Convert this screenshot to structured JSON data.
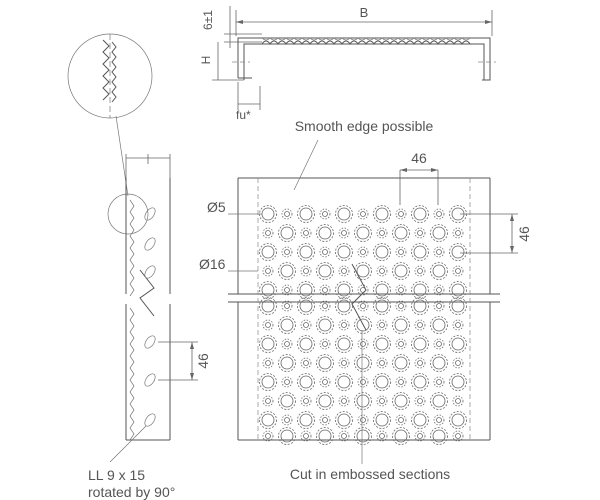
{
  "labels": {
    "width": "B",
    "height": "H",
    "thickness": "6±1",
    "flange": "fu*",
    "smooth_edge": "Smooth edge possible",
    "pitch_top": "46",
    "pitch_right": "46",
    "hole_small": "Ø5",
    "hole_large": "Ø16",
    "slot_pitch": "46",
    "slot_spec_line1": "LL 9 x 15",
    "slot_spec_line2": "rotated by 90°",
    "cut_note": "Cut in embossed sections"
  }
}
